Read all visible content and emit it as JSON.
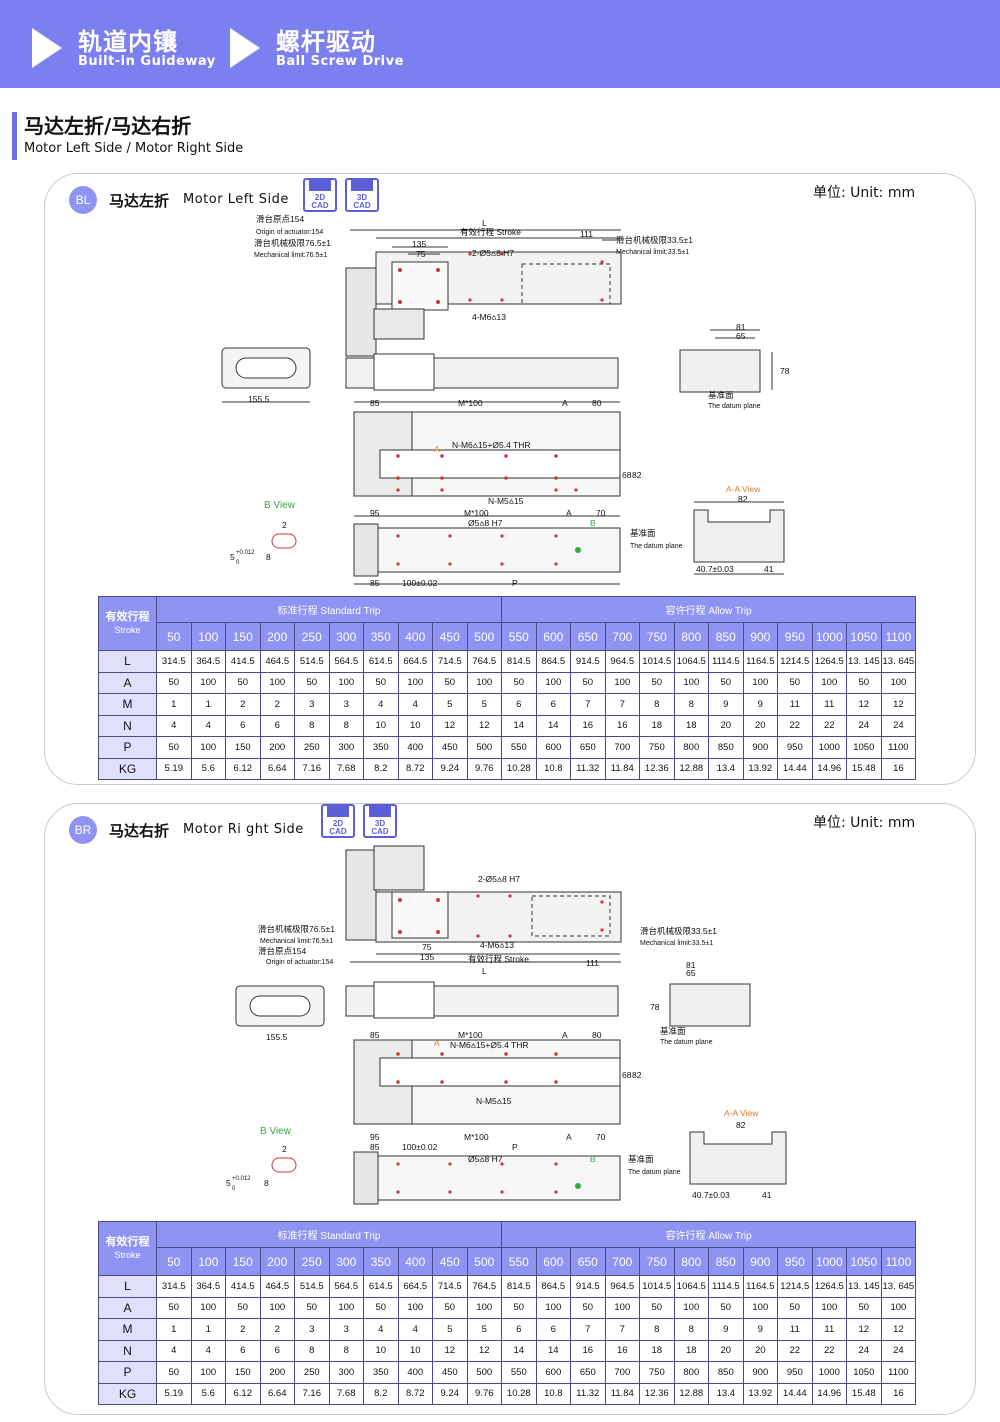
{
  "banner": {
    "items": [
      {
        "cn": "轨道内镶",
        "en": "Built-in Guideway"
      },
      {
        "cn": "螺杆驱动",
        "en": "Ball Screw Drive"
      }
    ]
  },
  "section": {
    "title_cn": "马达左折/马达右折",
    "title_en": "Motor Left Side / Motor Right Side"
  },
  "panels": [
    {
      "badge": "BL",
      "title_cn": "马达左折",
      "title_en": "Motor Left  Side",
      "cad": [
        {
          "l1": "2D",
          "l2": "CAD"
        },
        {
          "l1": "3D",
          "l2": "CAD"
        }
      ],
      "unit": "单位:  Unit: mm",
      "drawing": {
        "L": "L",
        "stroke": "有效行程 Stroke",
        "origin_cn": "滑台原点154",
        "origin_en": "Origin of actuator:154",
        "mech_left_cn": "滑台机械极限76.5±1",
        "mech_left_en": "Mechanical limit:76.5±1",
        "mech_right_cn": "滑台机械极限33.5±1",
        "mech_right_en": "Mechanical limit:33.5±1",
        "d135": "135",
        "d75": "75",
        "d111": "111",
        "pin": "2-Ø5⩟8 H7",
        "m6": "4-M6⩟13",
        "d155": "155.5",
        "d81": "81",
        "d65": "65",
        "d78": "78",
        "datum_cn": "基准面",
        "datum_en": "The datum plane",
        "d85": "85",
        "m100": "M*100",
        "dA": "A",
        "d80": "80",
        "nm6": "N-M6⩟15+Ø5.4 THR",
        "nm5": "N-M5⩟15",
        "d68": "68",
        "d82": "82",
        "aa": "A",
        "bview": "B View",
        "d2": "2",
        "tol": "5",
        "tol_sup": "+0.012",
        "tol_sub": "0",
        "d8": "8",
        "d95": "95",
        "d70": "70",
        "pin2": "Ø5⩟8 H7",
        "bmark": "B",
        "d100": "100±0.02",
        "dP": "P",
        "aaview": "A-A View",
        "d82b": "82",
        "d407": "40.7±0.03",
        "d41": "41"
      }
    },
    {
      "badge": "BR",
      "title_cn": "马达右折",
      "title_en": "Motor Ri ght Side",
      "cad": [
        {
          "l1": "2D",
          "l2": "CAD"
        },
        {
          "l1": "3D",
          "l2": "CAD"
        }
      ],
      "unit": "单位:  Unit: mm",
      "drawing": {
        "L": "L",
        "stroke": "有效行程 Stroke",
        "origin_cn": "滑台原点154",
        "origin_en": "Origin of actuator:154",
        "mech_left_cn": "滑台机械极限76.5±1",
        "mech_left_en": "Mechanical limit:76.5±1",
        "mech_right_cn": "滑台机械极限33.5±1",
        "mech_right_en": "Mechanical limit:33.5±1",
        "d135": "135",
        "d75": "75",
        "d111": "111",
        "pin": "2-Ø5⩟8 H7",
        "m6": "4-M6⩟13",
        "d155": "155.5",
        "d81": "81",
        "d65": "65",
        "d78": "78",
        "datum_cn": "基准面",
        "datum_en": "The datum plane",
        "d85": "85",
        "m100": "M*100",
        "dA": "A",
        "d80": "80",
        "nm6": "N-M6⩟15+Ø5.4 THR",
        "nm5": "N-M5⩟15",
        "d68": "68",
        "d82": "82",
        "aa": "A",
        "bview": "B View",
        "d2": "2",
        "tol": "5",
        "tol_sup": "+0.012",
        "tol_sub": "0",
        "d8": "8",
        "d95": "95",
        "d70": "70",
        "pin2": "Ø5⩟8 H7",
        "bmark": "B",
        "d100": "100±0.02",
        "dP": "P",
        "aaview": "A-A View",
        "d82b": "82",
        "d407": "40.7±0.03",
        "d41": "41"
      }
    }
  ],
  "table": {
    "stroke_cn": "有效行程",
    "stroke_en": "Stroke",
    "std_label": "标准行程 Standard Trip",
    "allow_label": "容许行程 Allow Trip",
    "std_strokes": [
      "50",
      "100",
      "150",
      "200",
      "250",
      "300",
      "350",
      "400",
      "450",
      "500"
    ],
    "allow_strokes": [
      "550",
      "600",
      "650",
      "700",
      "750",
      "800",
      "850",
      "900",
      "950",
      "1000",
      "1050",
      "1100"
    ],
    "rows": [
      {
        "name": "L",
        "values": [
          "314.5",
          "364.5",
          "414.5",
          "464.5",
          "514.5",
          "564.5",
          "614.5",
          "664.5",
          "714.5",
          "764.5",
          "814.5",
          "864.5",
          "914.5",
          "964.5",
          "1014.5",
          "1064.5",
          "1114.5",
          "1164.5",
          "1214.5",
          "1264.5",
          "13. 145",
          "13. 645"
        ]
      },
      {
        "name": "A",
        "values": [
          "50",
          "100",
          "50",
          "100",
          "50",
          "100",
          "50",
          "100",
          "50",
          "100",
          "50",
          "100",
          "50",
          "100",
          "50",
          "100",
          "50",
          "100",
          "50",
          "100",
          "50",
          "100"
        ]
      },
      {
        "name": "M",
        "values": [
          "1",
          "1",
          "2",
          "2",
          "3",
          "3",
          "4",
          "4",
          "5",
          "5",
          "6",
          "6",
          "7",
          "7",
          "8",
          "8",
          "9",
          "9",
          "11",
          "11",
          "12",
          "12"
        ]
      },
      {
        "name": "N",
        "values": [
          "4",
          "4",
          "6",
          "6",
          "8",
          "8",
          "10",
          "10",
          "12",
          "12",
          "14",
          "14",
          "16",
          "16",
          "18",
          "18",
          "20",
          "20",
          "22",
          "22",
          "24",
          "24"
        ]
      },
      {
        "name": "P",
        "values": [
          "50",
          "100",
          "150",
          "200",
          "250",
          "300",
          "350",
          "400",
          "450",
          "500",
          "550",
          "600",
          "650",
          "700",
          "750",
          "800",
          "850",
          "900",
          "950",
          "1000",
          "1050",
          "1100"
        ]
      },
      {
        "name": "KG",
        "values": [
          "5.19",
          "5.6",
          "6.12",
          "6.64",
          "7.16",
          "7.68",
          "8.2",
          "8.72",
          "9.24",
          "9.76",
          "10.28",
          "10.8",
          "11.32",
          "11.84",
          "12.36",
          "12.88",
          "13.4",
          "13.92",
          "14.44",
          "14.96",
          "15.48",
          "16"
        ]
      }
    ]
  }
}
